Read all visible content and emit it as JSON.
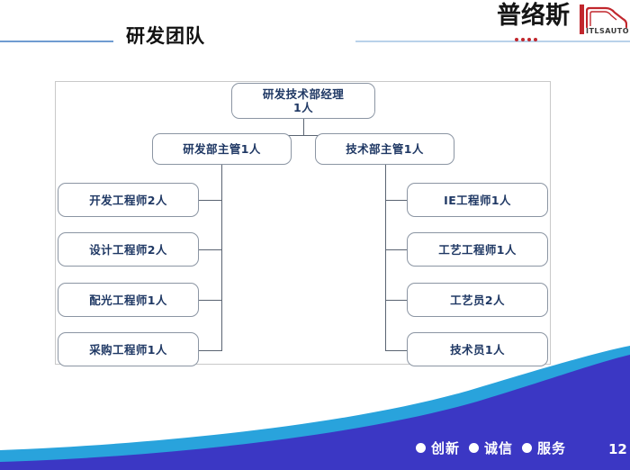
{
  "slide": {
    "title": "研发团队",
    "page_number": "12",
    "accent_line_left": "#6f9cd1",
    "accent_line_right": "#b9d2ea",
    "node_text_color": "#1f3864",
    "node_border_color": "#8b95a3",
    "wave_light_color": "#29a3dc",
    "wave_dark_color": "#3b37c4"
  },
  "logo": {
    "name_cn": "普络斯",
    "name_en": "ITLSAUTO",
    "red": "#c1272d",
    "truck_icon": "truck-outline-icon"
  },
  "org_chart": {
    "manager": "研发技术部经理\n1人",
    "supervisors": [
      {
        "label": "研发部主管1人"
      },
      {
        "label": "技术部主管1人"
      }
    ],
    "left_column": [
      {
        "label": "开发工程师2人"
      },
      {
        "label": "设计工程师2人"
      },
      {
        "label": "配光工程师1人"
      },
      {
        "label": "采购工程师1人"
      }
    ],
    "right_column": [
      {
        "label": "IE工程师1人"
      },
      {
        "label": "工艺工程师1人"
      },
      {
        "label": "工艺员2人"
      },
      {
        "label": "技术员1人"
      }
    ]
  },
  "footer": {
    "items": [
      {
        "label": "创新"
      },
      {
        "label": "诚信"
      },
      {
        "label": "服务"
      }
    ]
  }
}
